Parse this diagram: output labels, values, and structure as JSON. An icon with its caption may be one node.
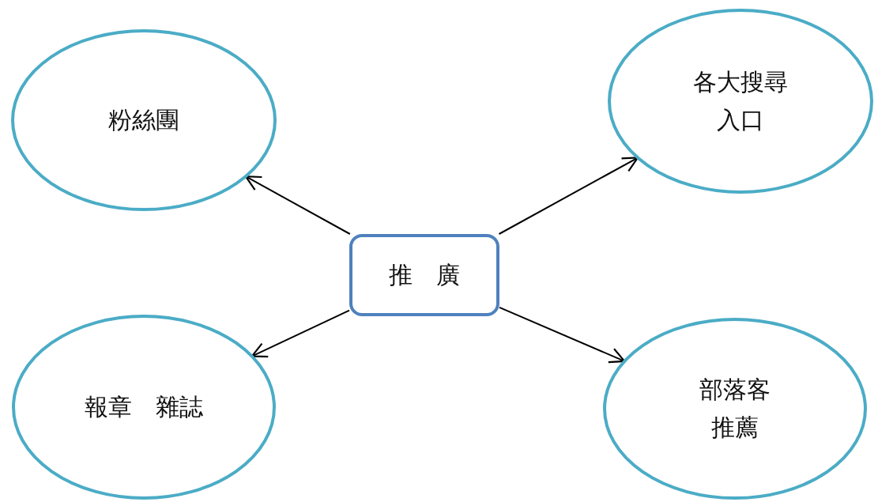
{
  "diagram": {
    "nodes": [
      {
        "text": [
          "推　廣"
        ]
      },
      {
        "text": [
          "粉絲團"
        ]
      },
      {
        "text": [
          "各大搜尋入口"
        ]
      },
      {
        "text": [
          "報章　雜誌"
        ]
      },
      {
        "text": [
          "部落客推薦"
        ]
      }
    ],
    "edges": [
      {
        "from": 0,
        "to": 1,
        "arrow": "to"
      },
      {
        "from": 0,
        "to": 2,
        "arrow": "to"
      },
      {
        "from": 0,
        "to": 3,
        "arrow": "to"
      },
      {
        "from": 0,
        "to": 4,
        "arrow": "to"
      }
    ]
  }
}
